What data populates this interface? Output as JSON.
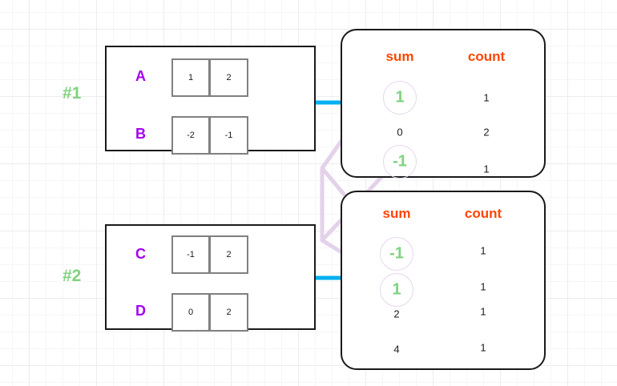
{
  "diagram": {
    "title": "partition sum-count aggregation",
    "colors": {
      "group_label": "#7ed37e",
      "row_name": "#a400f0",
      "header": "#ff4500",
      "highlight": "#7ed37e",
      "arrow": "#00b0f0",
      "connector": "#e3d2ea",
      "box_border": "#1a1a1a",
      "cell_border": "#808080"
    },
    "groups": [
      {
        "label": "#1",
        "rows": [
          {
            "name": "A",
            "cells": [
              "1",
              "2"
            ]
          },
          {
            "name": "B",
            "cells": [
              "-2",
              "-1"
            ]
          }
        ]
      },
      {
        "label": "#2",
        "rows": [
          {
            "name": "C",
            "cells": [
              "-1",
              "2"
            ]
          },
          {
            "name": "D",
            "cells": [
              "0",
              "2"
            ]
          }
        ]
      }
    ],
    "agg_tables": [
      {
        "name": "agg-table-top",
        "headers": {
          "sum": "sum",
          "count": "count"
        },
        "rows": [
          {
            "sum": "1",
            "count": "1",
            "highlight": true
          },
          {
            "sum": "0",
            "count": "2",
            "highlight": false
          },
          {
            "sum": "-1",
            "count": "1",
            "highlight": true
          }
        ]
      },
      {
        "name": "agg-table-bottom",
        "headers": {
          "sum": "sum",
          "count": "count"
        },
        "rows": [
          {
            "sum": "-1",
            "count": "1",
            "highlight": true
          },
          {
            "sum": "1",
            "count": "1",
            "highlight": true
          },
          {
            "sum": "2",
            "count": "1",
            "highlight": false
          },
          {
            "sum": "4",
            "count": "1",
            "highlight": false
          }
        ]
      }
    ],
    "arrows": [
      {
        "name": "arrow-group1-to-agg-top",
        "from_group": "#1",
        "to_table": "agg-table-top"
      },
      {
        "name": "arrow-group2-to-agg-bottom",
        "from_group": "#2",
        "to_table": "agg-table-bottom"
      }
    ],
    "connectors": [
      {
        "name": "connector-top-1-to-bottom-1",
        "from": "agg-table-top.sum=1",
        "to": "agg-table-bottom.sum=1"
      },
      {
        "name": "connector-top-neg1-to-bottom-neg1",
        "from": "agg-table-top.sum=-1",
        "to": "agg-table-bottom.sum=-1"
      }
    ]
  }
}
